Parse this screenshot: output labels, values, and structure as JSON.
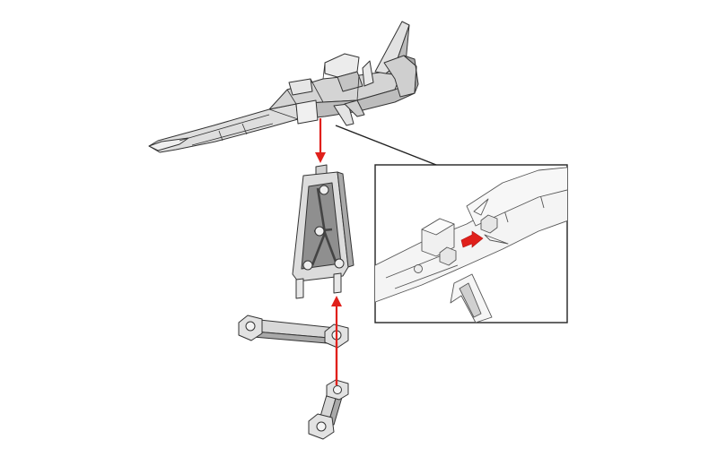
{
  "colors": {
    "background": "#ffffff",
    "part_fill": "#d9d9d9",
    "part_light": "#ececec",
    "part_dark": "#a9a9a9",
    "outline": "#333333",
    "arrow": "#e0201b",
    "callout_border": "#222222"
  },
  "parts": [
    {
      "name": "fighter-jet-assembly"
    },
    {
      "name": "stand-backplate"
    },
    {
      "name": "long-arm-connector"
    },
    {
      "name": "short-arm-connector"
    }
  ],
  "callout": {
    "name": "detail-inset",
    "shows": "connection-point-closeup"
  },
  "arrows": [
    {
      "name": "arrow-jet-to-plate",
      "direction": "down"
    },
    {
      "name": "arrow-arm-to-plate",
      "direction": "up"
    }
  ]
}
